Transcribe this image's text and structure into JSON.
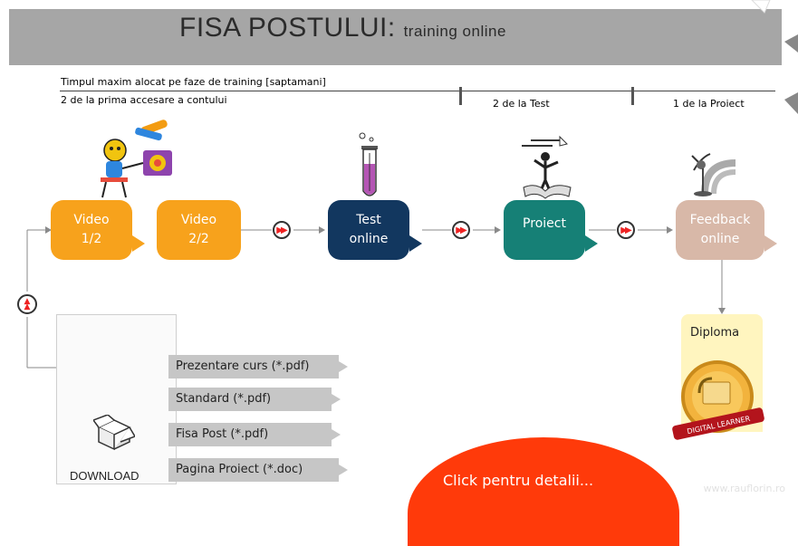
{
  "header": {
    "title": "FISA POSTULUI",
    "title_separator": ":",
    "subtitle": "training online",
    "site_url": "www.rauflorin.ro"
  },
  "phases": {
    "heading": "Timpul maxim alocat pe faze de training [saptamani]",
    "phase1": "2 de la prima accesare a contului",
    "phase2": "2 de la Test",
    "phase3": "1 de la Proiect"
  },
  "steps": {
    "video1_line1": "Video",
    "video1_line2": "1/2",
    "video2_line1": "Video",
    "video2_line2": "2/2",
    "test_line1": "Test",
    "test_line2": "online",
    "project": "Proiect",
    "feedback_line1": "Feedback",
    "feedback_line2": "online"
  },
  "download": {
    "label": "DOWNLOAD",
    "files": [
      "Prezentare curs (*.pdf)",
      "Standard (*.pdf)",
      "Fisa Post (*.pdf)",
      "Pagina Proiect (*.doc)"
    ]
  },
  "diploma": {
    "label": "Diploma",
    "badge_text": "DIGITAL LEARNER"
  },
  "cta": {
    "label": "Click  pentru detalii..."
  },
  "colors": {
    "video": "#f7a21c",
    "test": "#12375f",
    "project": "#168076",
    "feedback": "#d8b8a8",
    "cta": "#ff3a0a",
    "pill": "#c6c6c6",
    "header": "#a6a6a6"
  }
}
